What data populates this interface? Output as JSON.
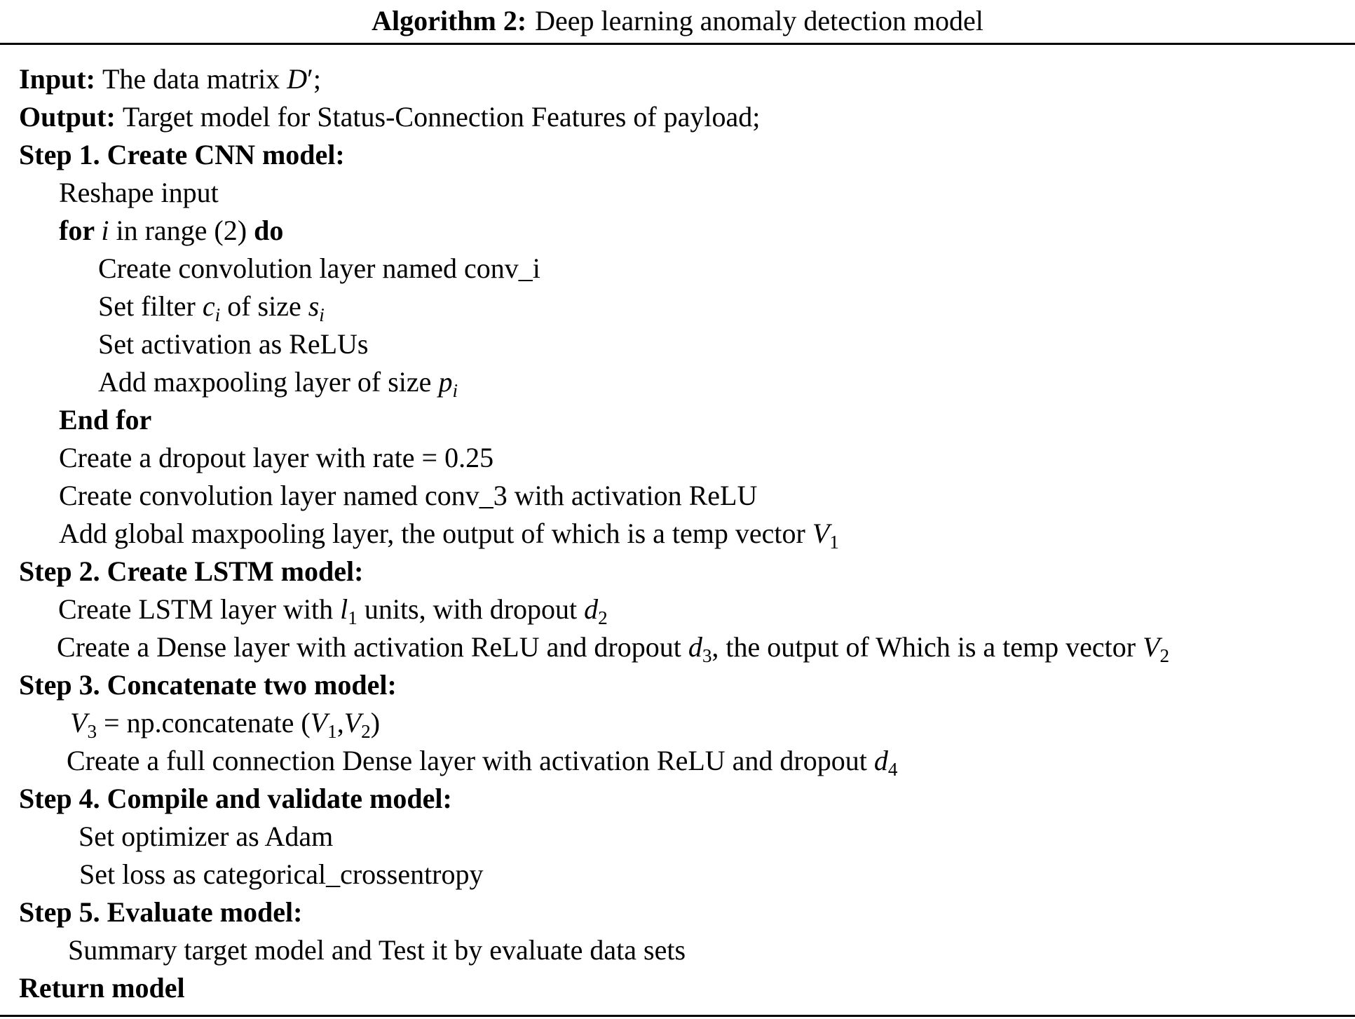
{
  "page": {
    "background_color": "#ffffff",
    "text_color": "#000000",
    "rule_color": "#000000"
  },
  "algorithm": {
    "title": {
      "keyword": "Algorithm 2:",
      "text": "Deep learning anomaly detection model"
    },
    "lines": [
      {
        "indent": 27,
        "segments": [
          {
            "t": "Input: ",
            "s": "b"
          },
          {
            "t": "The data matrix ",
            "s": "r"
          },
          {
            "t": "D",
            "s": "i"
          },
          {
            "t": "′;",
            "s": "r"
          }
        ]
      },
      {
        "indent": 27,
        "segments": [
          {
            "t": "Output: ",
            "s": "b"
          },
          {
            "t": "Target model for Status-Connection Features of payload;",
            "s": "r"
          }
        ]
      },
      {
        "indent": 27,
        "segments": [
          {
            "t": "Step 1. Create CNN model:",
            "s": "b"
          }
        ]
      },
      {
        "indent": 84,
        "segments": [
          {
            "t": "Reshape input",
            "s": "r"
          }
        ]
      },
      {
        "indent": 84,
        "segments": [
          {
            "t": "for ",
            "s": "b"
          },
          {
            "t": "i",
            "s": "i"
          },
          {
            "t": " in range (2) ",
            "s": "r"
          },
          {
            "t": "do",
            "s": "b"
          }
        ]
      },
      {
        "indent": 140,
        "segments": [
          {
            "t": "Create convolution layer named conv_i",
            "s": "r"
          }
        ]
      },
      {
        "indent": 140,
        "segments": [
          {
            "t": "Set filter ",
            "s": "r"
          },
          {
            "t": "c",
            "s": "i"
          },
          {
            "t": "i",
            "s": "isub"
          },
          {
            "t": " of size ",
            "s": "r"
          },
          {
            "t": "s",
            "s": "i"
          },
          {
            "t": "i",
            "s": "isub"
          }
        ]
      },
      {
        "indent": 140,
        "segments": [
          {
            "t": "Set activation as ReLUs",
            "s": "r"
          }
        ]
      },
      {
        "indent": 140,
        "segments": [
          {
            "t": "Add maxpooling layer of size ",
            "s": "r"
          },
          {
            "t": "p",
            "s": "i"
          },
          {
            "t": "i",
            "s": "isub"
          }
        ]
      },
      {
        "indent": 84,
        "segments": [
          {
            "t": "End for",
            "s": "b"
          }
        ]
      },
      {
        "indent": 84,
        "segments": [
          {
            "t": "Create a dropout layer with rate = 0.25",
            "s": "r"
          }
        ]
      },
      {
        "indent": 84,
        "segments": [
          {
            "t": "Create convolution layer named conv_3 with activation ReLU",
            "s": "r"
          }
        ]
      },
      {
        "indent": 84,
        "segments": [
          {
            "t": "Add global maxpooling layer, the output of which is a temp vector ",
            "s": "r"
          },
          {
            "t": "V",
            "s": "i"
          },
          {
            "t": "1",
            "s": "sub"
          }
        ]
      },
      {
        "indent": 27,
        "segments": [
          {
            "t": "Step 2. Create LSTM model:",
            "s": "b"
          }
        ]
      },
      {
        "indent": 83,
        "segments": [
          {
            "t": "Create LSTM layer with ",
            "s": "r"
          },
          {
            "t": "l",
            "s": "i"
          },
          {
            "t": "1",
            "s": "sub"
          },
          {
            "t": " units, with dropout ",
            "s": "r"
          },
          {
            "t": "d",
            "s": "i"
          },
          {
            "t": "2",
            "s": "sub"
          }
        ]
      },
      {
        "indent": 81,
        "segments": [
          {
            "t": "Create a Dense layer with activation ReLU and dropout ",
            "s": "r"
          },
          {
            "t": "d",
            "s": "i"
          },
          {
            "t": "3",
            "s": "sub"
          },
          {
            "t": ", the output of Which is a temp vector ",
            "s": "r"
          },
          {
            "t": "V",
            "s": "i"
          },
          {
            "t": "2",
            "s": "sub"
          }
        ]
      },
      {
        "indent": 27,
        "segments": [
          {
            "t": "Step 3. Concatenate two model:",
            "s": "b"
          }
        ]
      },
      {
        "indent": 100,
        "segments": [
          {
            "t": "V",
            "s": "i"
          },
          {
            "t": "3",
            "s": "sub"
          },
          {
            "t": " = np.concatenate (",
            "s": "r"
          },
          {
            "t": "V",
            "s": "i"
          },
          {
            "t": "1",
            "s": "sub"
          },
          {
            "t": ",",
            "s": "r"
          },
          {
            "t": "V",
            "s": "i"
          },
          {
            "t": "2",
            "s": "sub"
          },
          {
            "t": ")",
            "s": "r"
          }
        ]
      },
      {
        "indent": 95,
        "segments": [
          {
            "t": "Create a full connection Dense layer with activation ReLU and dropout ",
            "s": "r"
          },
          {
            "t": "d",
            "s": "i"
          },
          {
            "t": "4",
            "s": "sub"
          }
        ]
      },
      {
        "indent": 27,
        "segments": [
          {
            "t": "Step 4. Compile and validate model:",
            "s": "b"
          }
        ]
      },
      {
        "indent": 112,
        "segments": [
          {
            "t": "Set optimizer as Adam",
            "s": "r"
          }
        ]
      },
      {
        "indent": 113,
        "segments": [
          {
            "t": "Set loss as categorical_crossentropy",
            "s": "r"
          }
        ]
      },
      {
        "indent": 27,
        "segments": [
          {
            "t": "Step 5. Evaluate model:",
            "s": "b"
          }
        ]
      },
      {
        "indent": 97,
        "segments": [
          {
            "t": "Summary target model and Test it by evaluate data sets",
            "s": "r"
          }
        ]
      },
      {
        "indent": 27,
        "segments": [
          {
            "t": "Return model",
            "s": "b"
          }
        ]
      }
    ]
  }
}
